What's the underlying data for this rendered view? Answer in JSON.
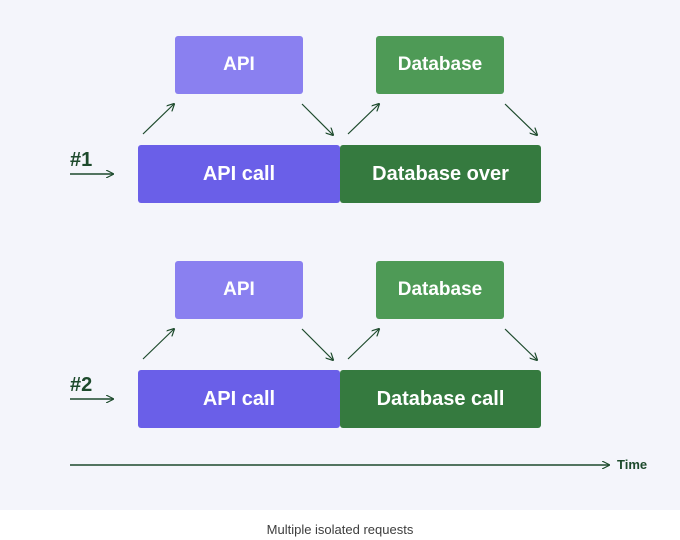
{
  "colors": {
    "panel_bg": "#f4f5fb",
    "api_light": "#8a80f0",
    "api_dark": "#6a5fe8",
    "db_light": "#4e9a56",
    "db_dark": "#357a3f",
    "arrow": "#1d4a2c"
  },
  "request1": {
    "label": "#1",
    "api_box": "API",
    "db_box": "Database",
    "api_call": "API call",
    "db_call": "Database over"
  },
  "request2": {
    "label": "#2",
    "api_box": "API",
    "db_box": "Database",
    "api_call": "API call",
    "db_call": "Database call"
  },
  "timeline": {
    "label": "Time"
  },
  "caption": "Multiple isolated requests"
}
